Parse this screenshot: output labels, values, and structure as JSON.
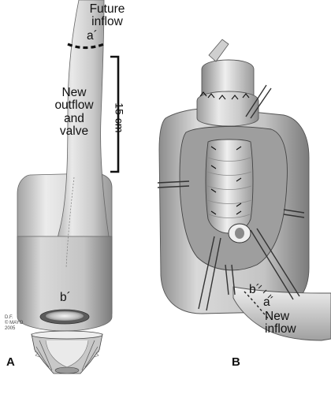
{
  "panel_a": {
    "letter": "A",
    "future_inflow": [
      "Future",
      "inflow"
    ],
    "a_prime_top": "a´",
    "new_outflow": [
      "New",
      "outflow",
      "and",
      "valve"
    ],
    "length": "15 cm",
    "b_prime_bottom": "b´",
    "credit": [
      "D.F.",
      "© MAYO",
      "2005"
    ]
  },
  "panel_b": {
    "letter": "B",
    "b_prime": "b´",
    "a_prime": "a´",
    "new_inflow": [
      "New",
      "inflow"
    ]
  },
  "colors": {
    "tissue_light": "#e6e6e6",
    "tissue_mid": "#b7b7b7",
    "tissue_dark": "#5a5a5a",
    "line": "#111111"
  }
}
